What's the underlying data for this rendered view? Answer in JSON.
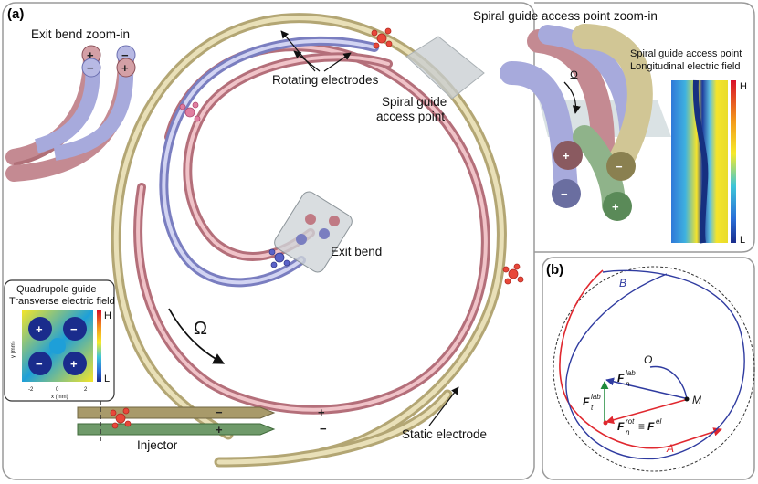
{
  "panel_a": {
    "label": "(a)",
    "exit_zoom_title": "Exit bend zoom-in",
    "spiral_zoom_title": "Spiral guide access point zoom-in",
    "rotating_electrodes": "Rotating electrodes",
    "spiral_access_line1": "Spiral guide",
    "spiral_access_line2": "access point",
    "exit_bend": "Exit bend",
    "omega": "Ω",
    "injector": "Injector",
    "static_electrode": "Static electrode",
    "quad_title_line1": "Quadrupole guide",
    "quad_title_line2": "Transverse electric field",
    "quad_high": "H",
    "quad_low": "L",
    "quad_ylabel": "y (mm)",
    "quad_xlabel": "x (mm)",
    "quad_ticks": [
      "-2",
      "0",
      "2"
    ],
    "long_title_line1": "Spiral guide access point",
    "long_title_line2": "Longitudinal electric field",
    "long_high": "H",
    "long_low": "L",
    "plus": "+",
    "minus": "−"
  },
  "panel_b": {
    "label": "(b)",
    "B": "B",
    "O": "O",
    "M": "M",
    "A": "A",
    "F_lab": "F",
    "F_lab_sup": "lab",
    "F_lab_sub": "n",
    "Ft_lab": "F",
    "Ft_sup": "lab",
    "Ft_sub": "t",
    "Frot": "F",
    "Frot_sup": "rot",
    "Frot_sub": "n",
    "equiv": "≡",
    "Fel": "F",
    "Fel_sup": "el"
  },
  "colors": {
    "pink": "#d4909a",
    "blue": "#9c9fd6",
    "gold": "#d1c695",
    "green": "#8fb38a",
    "red_curve": "#e0282f",
    "blue_curve": "#2f3ba0",
    "green_arrow": "#1f8a3a"
  }
}
